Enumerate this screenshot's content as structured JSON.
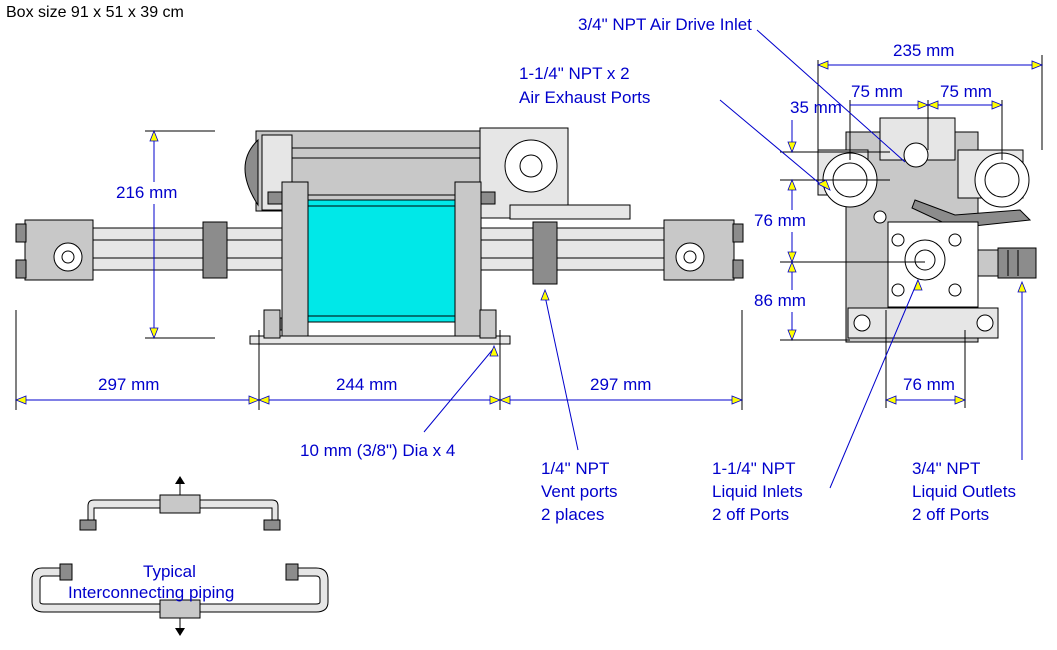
{
  "title": "Box size 91 x 51 x 39 cm",
  "labels": {
    "air_drive_inlet": "3/4\" NPT  Air Drive Inlet",
    "exhaust_line1": "1-1/4\" NPT x 2",
    "exhaust_line2": "Air Exhaust Ports",
    "dia_holes": "10 mm (3/8\") Dia x 4",
    "vent_line1": "1/4\" NPT",
    "vent_line2": "Vent ports",
    "vent_line3": "2 places",
    "inlets_line1": "1-1/4\" NPT",
    "inlets_line2": "Liquid Inlets",
    "inlets_line3": "2 off Ports",
    "outlets_line1": "3/4\" NPT",
    "outlets_line2": "Liquid Outlets",
    "outlets_line3": "2 off Ports",
    "piping_line1": "Typical",
    "piping_line2": "Interconnecting piping"
  },
  "dimensions": {
    "height_216": "216 mm",
    "left_297": "297 mm",
    "center_244": "244 mm",
    "right_297": "297 mm",
    "width_235": "235 mm",
    "d35": "35 mm",
    "d75a": "75 mm",
    "d75b": "75 mm",
    "d76": "76 mm",
    "d86": "86 mm",
    "d76b": "76 mm"
  },
  "colors": {
    "dimension": "#0000cc",
    "cylinder": "#00e8e8",
    "body": "#c8c8c8",
    "arrow": "#ffff00"
  }
}
